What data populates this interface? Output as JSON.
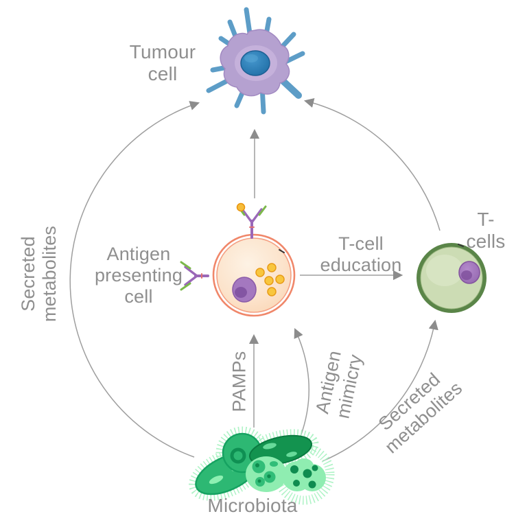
{
  "diagram": {
    "nodes": {
      "tumour_cell": {
        "label": "Tumour\ncell"
      },
      "antigen_presenting_cell": {
        "label": "Antigen\npresenting\ncell"
      },
      "t_cells": {
        "label": "T-cells"
      },
      "microbiota": {
        "label": "Microbiota"
      }
    },
    "edges": {
      "secreted_metabolites_left": {
        "label": "Secreted\nmetabolites",
        "from": "microbiota",
        "to": "tumour_cell"
      },
      "pamps": {
        "label": "PAMPs",
        "from": "microbiota",
        "to": "antigen_presenting_cell"
      },
      "antigen_mimicry": {
        "label": "Antigen\nmimicry",
        "from": "microbiota",
        "to": "antigen_presenting_cell"
      },
      "t_cell_education": {
        "label": "T-cell\neducation",
        "from": "antigen_presenting_cell",
        "to": "t_cells"
      },
      "secreted_metabolites_right": {
        "label": "Secreted\nmetabolites",
        "from": "microbiota",
        "to": "t_cells"
      },
      "apc_to_tumour": {
        "label": "",
        "from": "antigen_presenting_cell",
        "to": "tumour_cell"
      },
      "t_cells_to_tumour": {
        "label": "",
        "from": "t_cells",
        "to": "tumour_cell"
      }
    },
    "colors": {
      "label_text": "#8f8f8f",
      "arrow_line": "#9e9e9e",
      "arrowhead": "#8c8c8c",
      "tumour_body": "#b5a1d0",
      "tumour_spikes": "#5d9dc7",
      "tumour_nucleus": "#2a7cb5",
      "apc_membrane": "#f0876a",
      "apc_cytoplasm": "#fbdcc0",
      "apc_nucleus": "#a478bf",
      "vesicle_yellow": "#f8c63e",
      "antibody_purple": "#9a68b8",
      "antibody_green": "#7cb84b",
      "tcell_body": "#ccdcb4",
      "tcell_membrane": "#55814a",
      "tcell_nucleus": "#a77cc2",
      "microbe_green": "#2db873",
      "microbe_dark_green": "#13934f",
      "microbe_light_green": "#8fedb1"
    }
  }
}
